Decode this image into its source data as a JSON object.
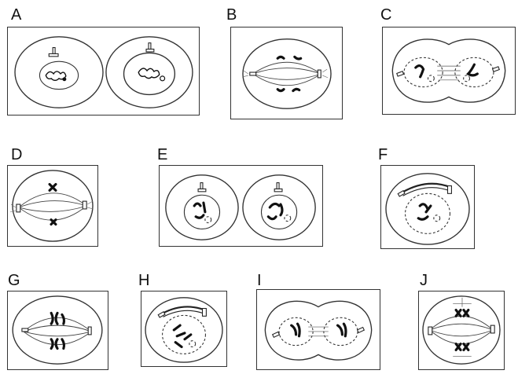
{
  "panels": [
    {
      "id": "A",
      "label": "A"
    },
    {
      "id": "B",
      "label": "B"
    },
    {
      "id": "C",
      "label": "C"
    },
    {
      "id": "D",
      "label": "D"
    },
    {
      "id": "E",
      "label": "E"
    },
    {
      "id": "F",
      "label": "F"
    },
    {
      "id": "G",
      "label": "G"
    },
    {
      "id": "H",
      "label": "H"
    },
    {
      "id": "I",
      "label": "I"
    },
    {
      "id": "J",
      "label": "J"
    }
  ]
}
